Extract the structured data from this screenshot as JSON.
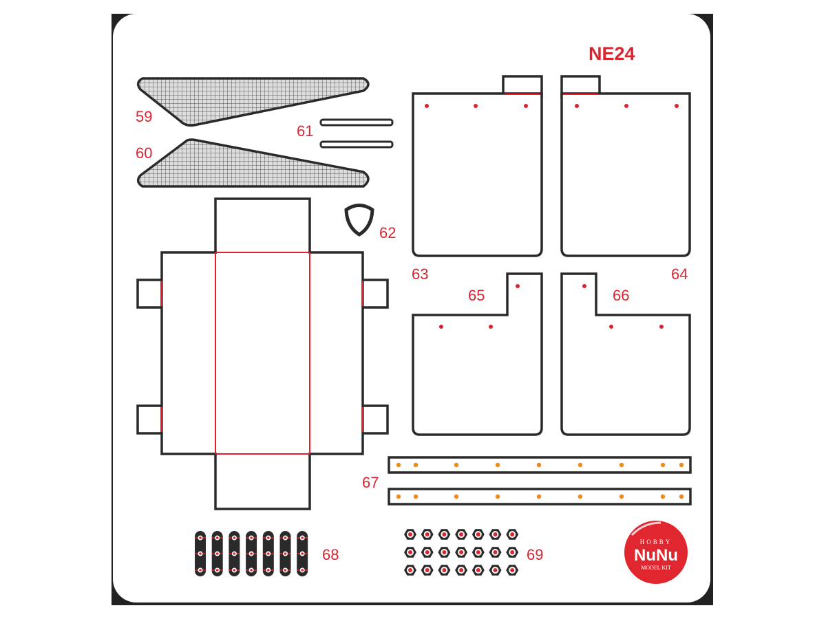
{
  "sheet": {
    "title": "NE24",
    "logo": {
      "top": "HOBBY",
      "main": "NuNu",
      "bottom": "MODEL KIT"
    },
    "labels": {
      "p59": "59",
      "p60": "60",
      "p61": "61",
      "p62": "62",
      "p63": "63",
      "p64": "64",
      "p65": "65",
      "p66": "66",
      "p67": "67",
      "p68": "68",
      "p69": "69"
    }
  },
  "colors": {
    "accent": "#d92530",
    "outline": "#2a2a2a",
    "hole_orange": "#f08a1c"
  }
}
